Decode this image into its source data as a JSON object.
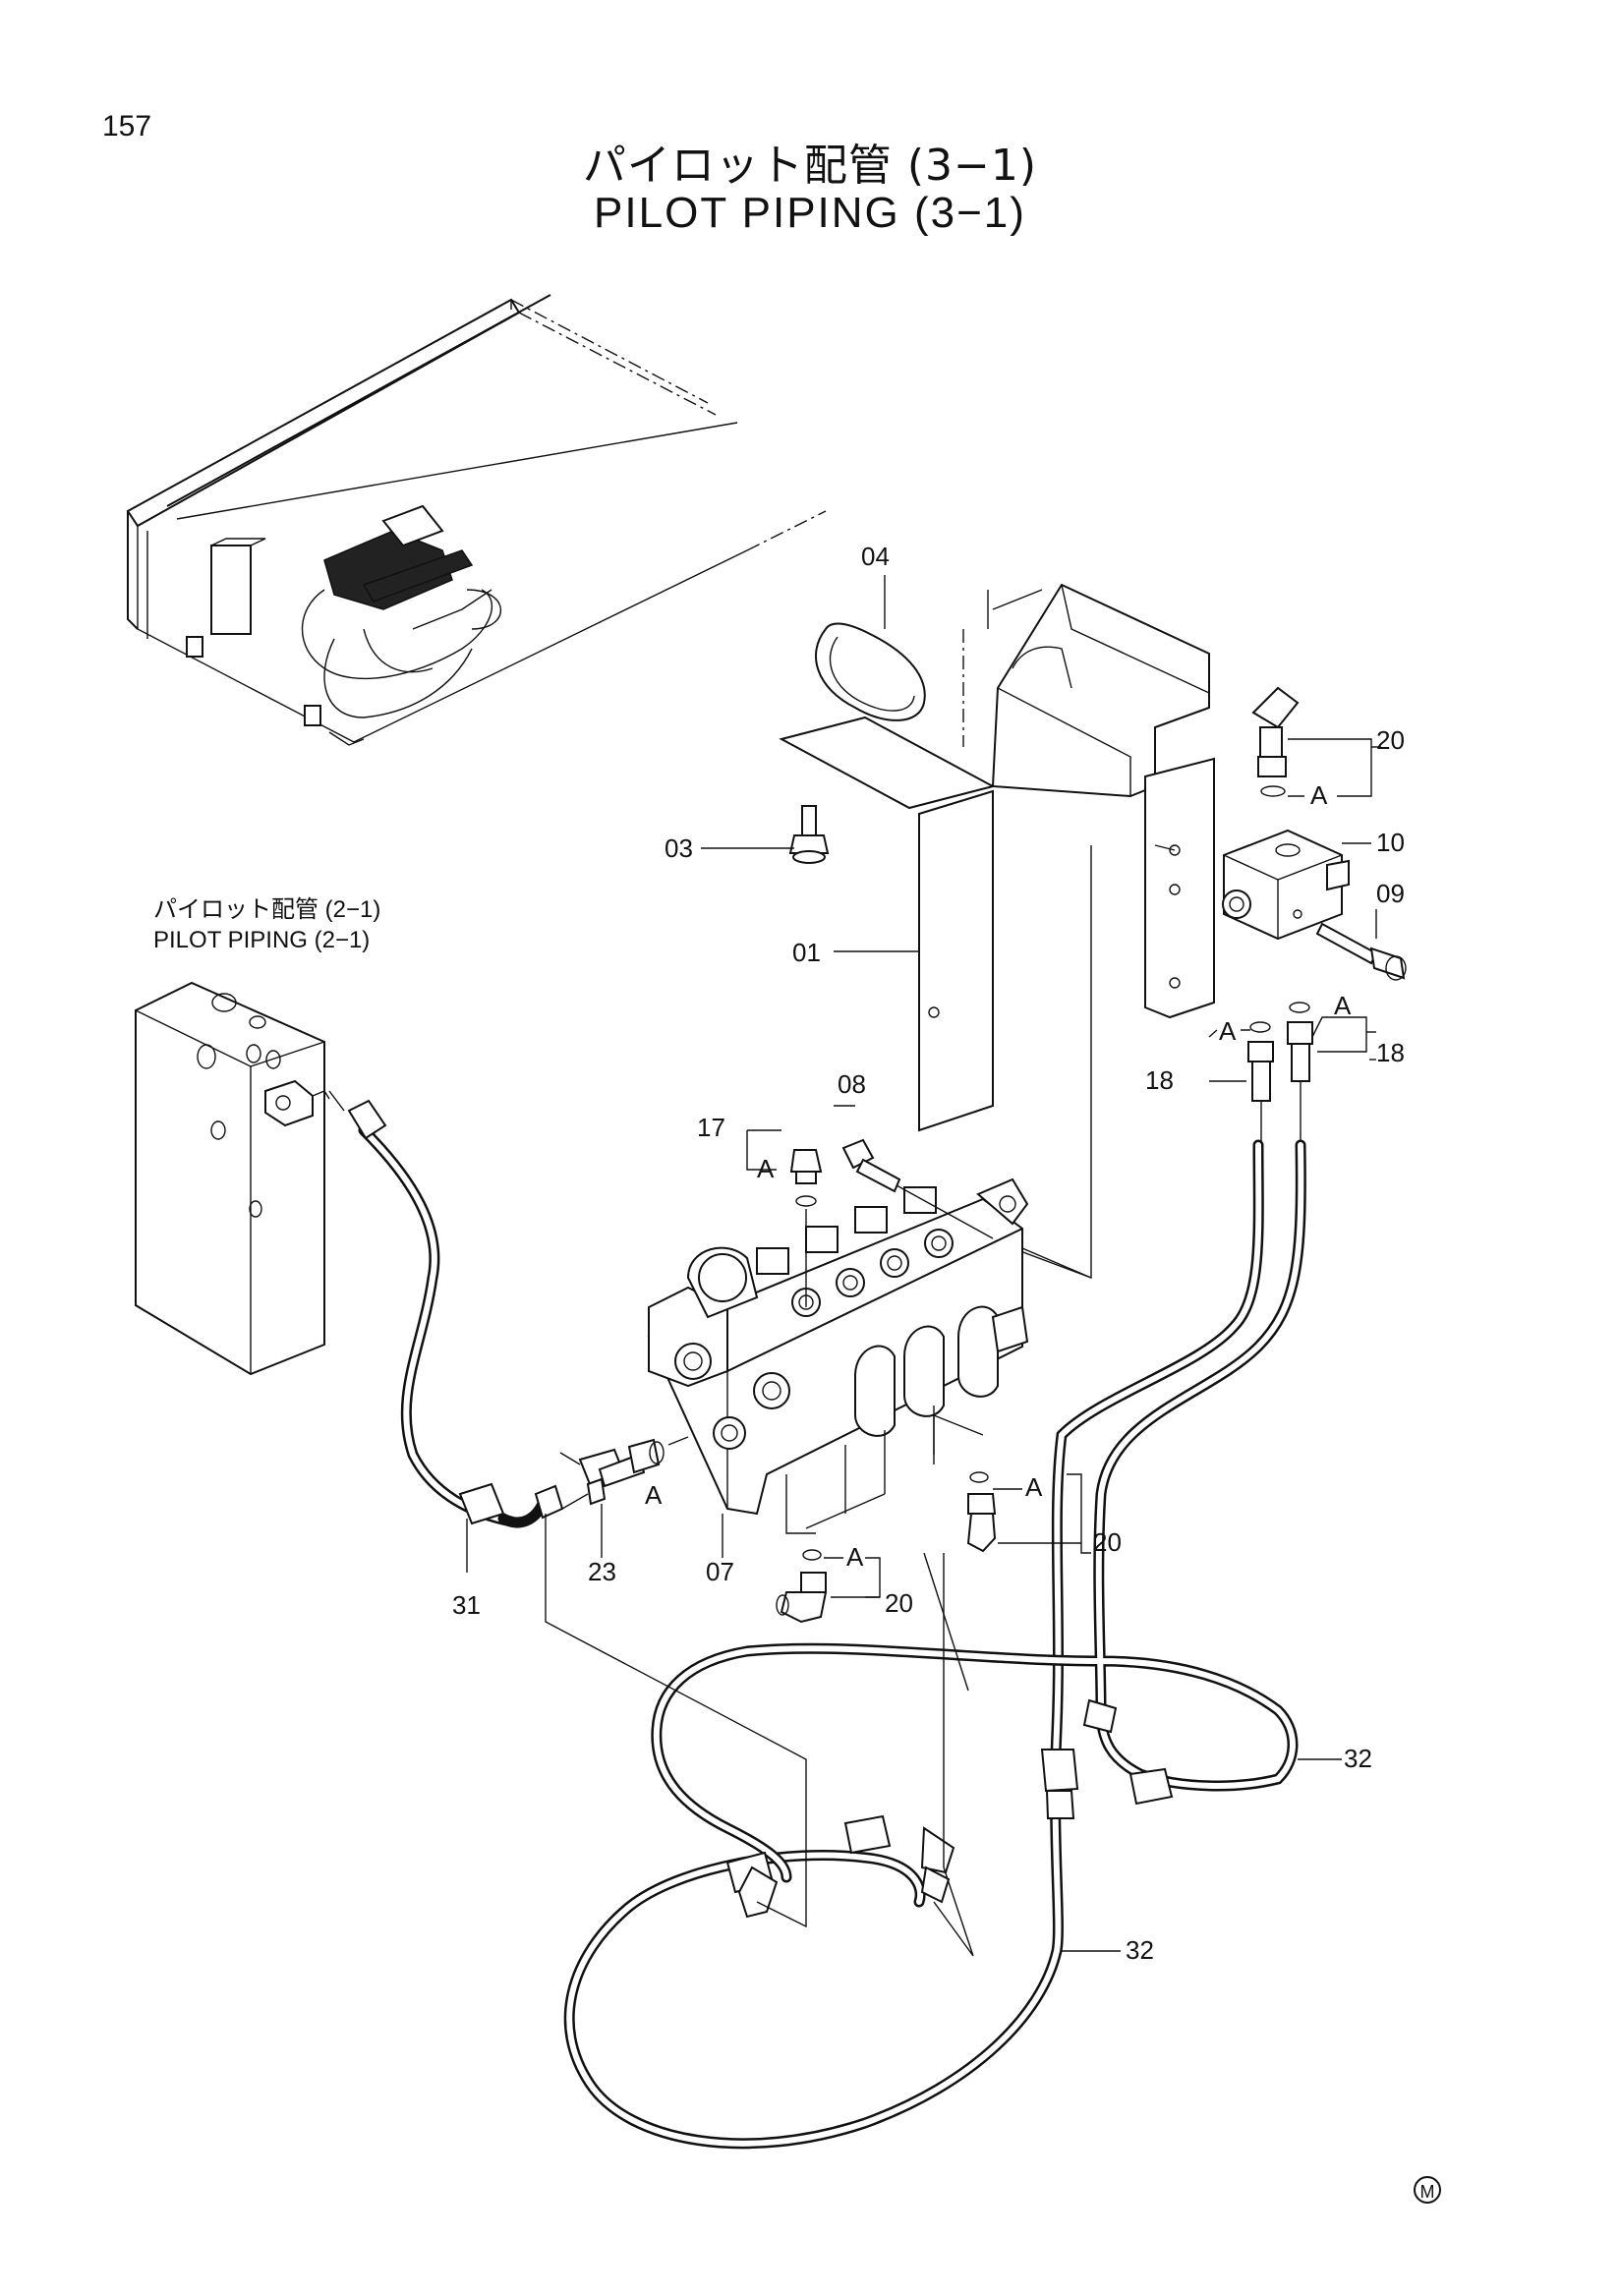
{
  "header": {
    "page_number": "157",
    "title_jp": "パイロット配管 (3−1)",
    "title_en": "PILOT PIPING (3−1)"
  },
  "reference": {
    "label_jp": "パイロット配管 (2−1)",
    "label_en": "PILOT PIPING (2−1)"
  },
  "callouts": {
    "c01": "01",
    "c03": "03",
    "c04": "04",
    "c07": "07",
    "c08": "08",
    "c09": "09",
    "c10": "10",
    "c17": "17",
    "c18a": "18",
    "c18b": "18",
    "c20a": "20",
    "c20b": "20",
    "c20c": "20",
    "c23": "23",
    "c31": "31",
    "c32a": "32",
    "c32b": "32"
  },
  "markers": {
    "a1": "A",
    "a2": "A",
    "a3": "A",
    "a4": "A",
    "a5": "A",
    "a6": "A",
    "a7": "A"
  },
  "footer": {
    "mark": "M"
  }
}
